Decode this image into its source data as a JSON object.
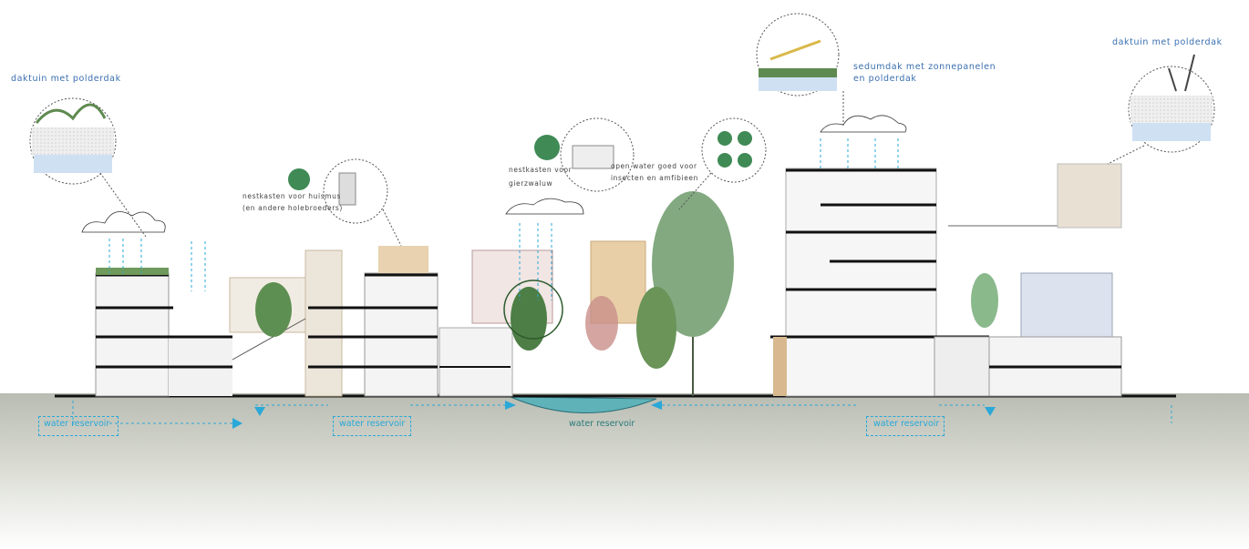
{
  "labels": {
    "roof_garden_left": "daktuin met polderdak",
    "roof_garden_right": "daktuin met polderdak",
    "sedum_roof_line1": "sedumdak met zonnepanelen",
    "sedum_roof_line2": "en polderdak",
    "sparrow_nest_line1": "nestkasten voor huismus",
    "sparrow_nest_line2": "(en andere holebroeders)",
    "swift_nest_line1": "nestkasten voor",
    "swift_nest_line2": "gierzwaluw",
    "open_water_line1": "open water goed voor",
    "open_water_line2": "insecten en amfibieen"
  },
  "reservoirs": [
    "water reservoir",
    "water reservoir",
    "water reservoir",
    "water reservoir"
  ],
  "colors": {
    "label_blue": "#3a6fb0",
    "water_cyan": "#2aa8d8",
    "icon_green": "#3f8a55",
    "ground": "#c9cbc3",
    "pond": "#5fb3b8"
  }
}
